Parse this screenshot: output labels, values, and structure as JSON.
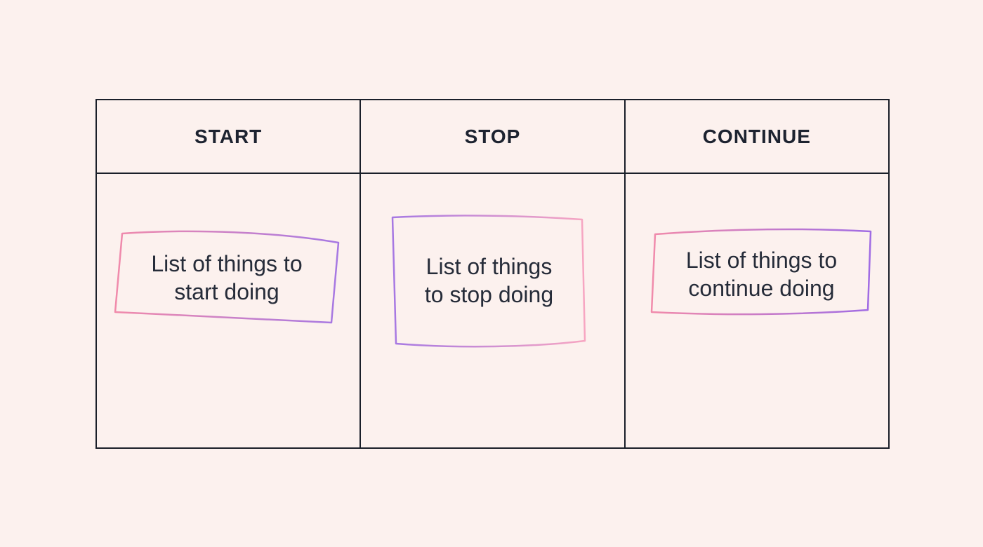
{
  "page": {
    "background": "#FCF1EE",
    "table_border_color": "#1A1F29",
    "header_text_color": "#1D2330",
    "note_text_color": "#262C39"
  },
  "table": {
    "columns": [
      {
        "header": "START"
      },
      {
        "header": "STOP"
      },
      {
        "header": "CONTINUE"
      }
    ]
  },
  "notes": [
    {
      "line1": "List of things to",
      "line2": "start doing",
      "gradient_from": "#F18BAB",
      "gradient_to": "#A678E3"
    },
    {
      "line1": "List of things",
      "line2": "to stop doing",
      "gradient_from": "#A678E3",
      "gradient_to": "#F7A6C2"
    },
    {
      "line1": "List of things to",
      "line2": "continue doing",
      "gradient_from": "#F18BAB",
      "gradient_to": "#A06CE4"
    }
  ]
}
